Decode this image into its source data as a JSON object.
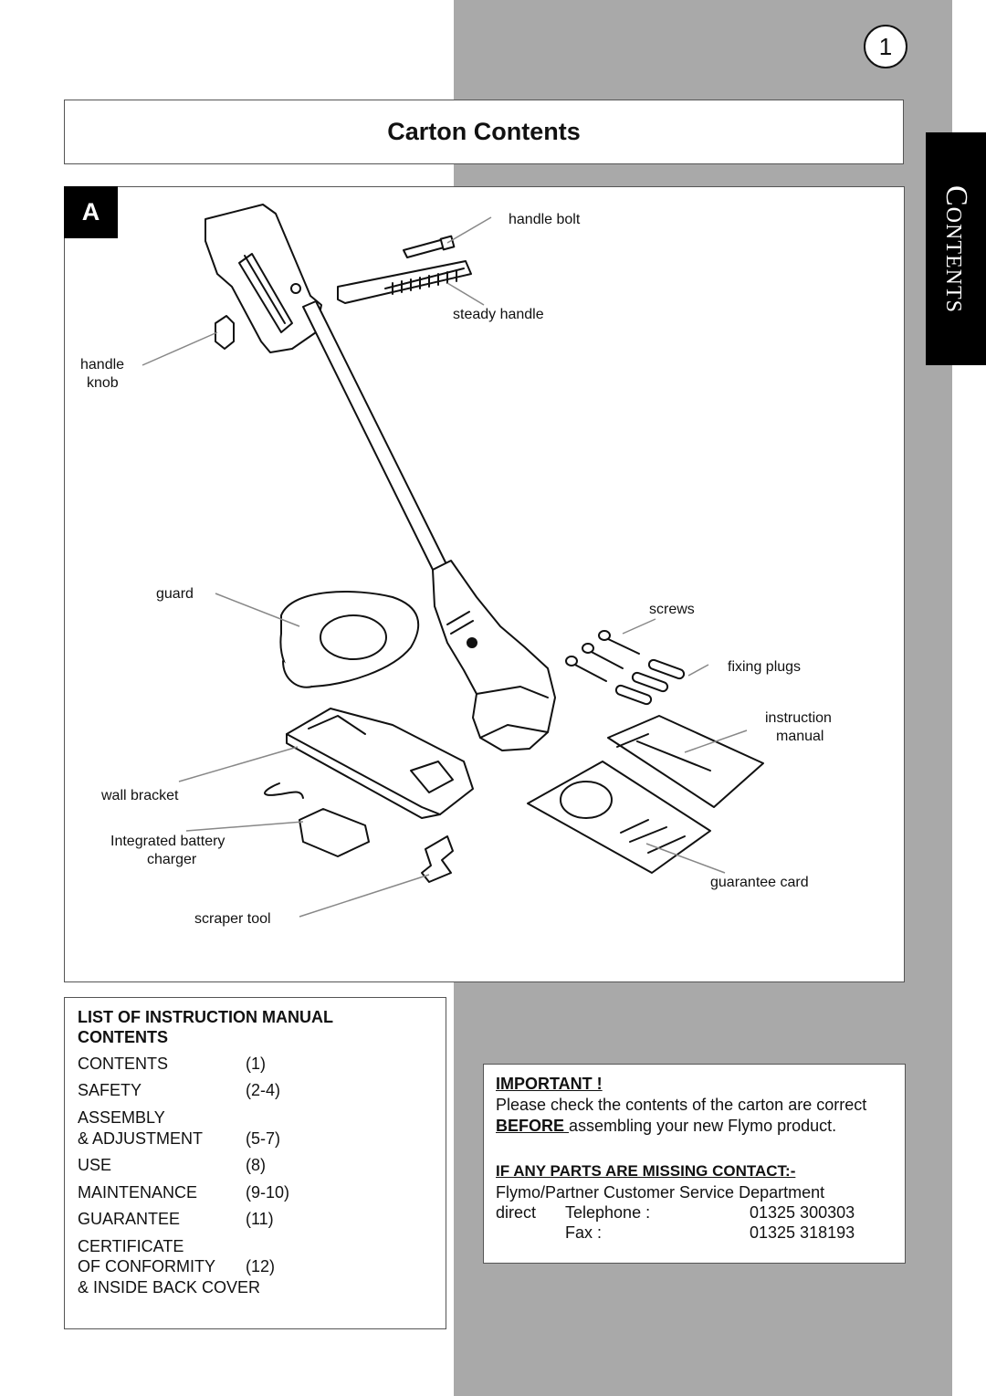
{
  "page_number": "1",
  "title": "Carton Contents",
  "side_tab": "Contents",
  "figure": {
    "letter": "A",
    "labels": {
      "handle_bolt": "handle bolt",
      "steady_handle": "steady handle",
      "handle_knob_1": "handle",
      "handle_knob_2": "knob",
      "guard": "guard",
      "screws": "screws",
      "fixing_plugs": "fixing plugs",
      "instruction_manual_1": "instruction",
      "instruction_manual_2": "manual",
      "wall_bracket": "wall bracket",
      "charger_1": "Integrated battery",
      "charger_2": "charger",
      "guarantee_card": "guarantee card",
      "scraper_tool": "scraper tool"
    }
  },
  "manual_contents": {
    "heading_1": "LIST OF INSTRUCTION MANUAL",
    "heading_2": "CONTENTS",
    "items": [
      {
        "name": "CONTENTS",
        "pages": "(1)"
      },
      {
        "name": "SAFETY",
        "pages": "(2-4)"
      },
      {
        "name_1": "ASSEMBLY",
        "name_2": "&  ADJUSTMENT",
        "pages": "(5-7)"
      },
      {
        "name": "USE",
        "pages": "(8)"
      },
      {
        "name": "MAINTENANCE",
        "pages": "(9-10)"
      },
      {
        "name": "GUARANTEE",
        "pages": "(11)"
      },
      {
        "name_1": "CERTIFICATE",
        "name_2": "OF CONFORMITY",
        "name_3": "& INSIDE BACK COVER",
        "pages": "(12)"
      }
    ]
  },
  "important": {
    "heading": "IMPORTANT !",
    "text_1": "Please check the contents of the carton are correct ",
    "text_bold": "BEFORE ",
    "text_2": "assembling your new Flymo product.",
    "missing_heading": "IF ANY PARTS ARE MISSING CONTACT:-",
    "department": "Flymo/Partner Customer Service Department",
    "direct_label": "direct",
    "telephone_label": "Telephone :",
    "telephone": "01325 300303",
    "fax_label": "Fax :",
    "fax": "01325 318193"
  }
}
